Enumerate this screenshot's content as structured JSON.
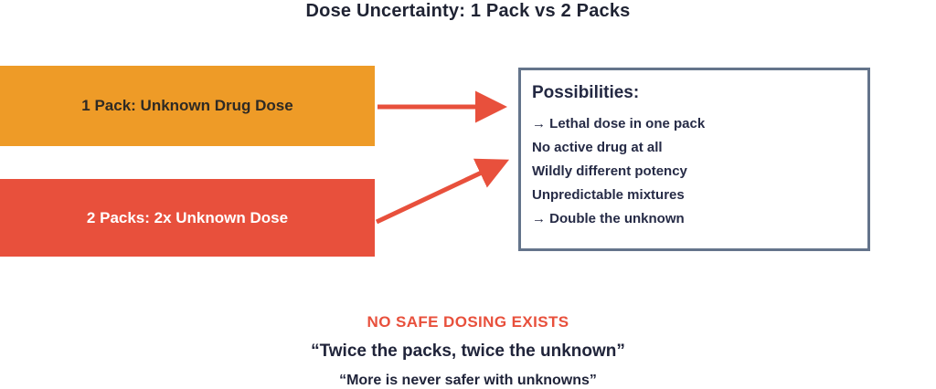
{
  "title": "Dose Uncertainty: 1 Pack vs 2 Packs",
  "boxes": {
    "one_pack": {
      "label": "1 Pack: Unknown Drug Dose",
      "color": "#EE9B27"
    },
    "two_packs": {
      "label": "2 Packs: 2x Unknown Dose",
      "color": "#E8503C"
    }
  },
  "outcomes": {
    "heading": "Possibilities:",
    "items": [
      "→ Lethal dose in one pack",
      "No active drug at all",
      "Wildly different potency",
      "Unpredictable mixtures",
      "→ Double the unknown"
    ],
    "border_color": "#64748B"
  },
  "arrows": {
    "color": "#E8503C"
  },
  "warning": "NO SAFE DOSING EXISTS",
  "quote": "“Twice the packs, twice the unknown”",
  "quote_clipped": "“More is never safer with unknowns”",
  "colors": {
    "accent_orange": "#EE9B27",
    "accent_red": "#E8503C",
    "box_border_gray": "#64748B",
    "text_dark": "#20243A"
  }
}
